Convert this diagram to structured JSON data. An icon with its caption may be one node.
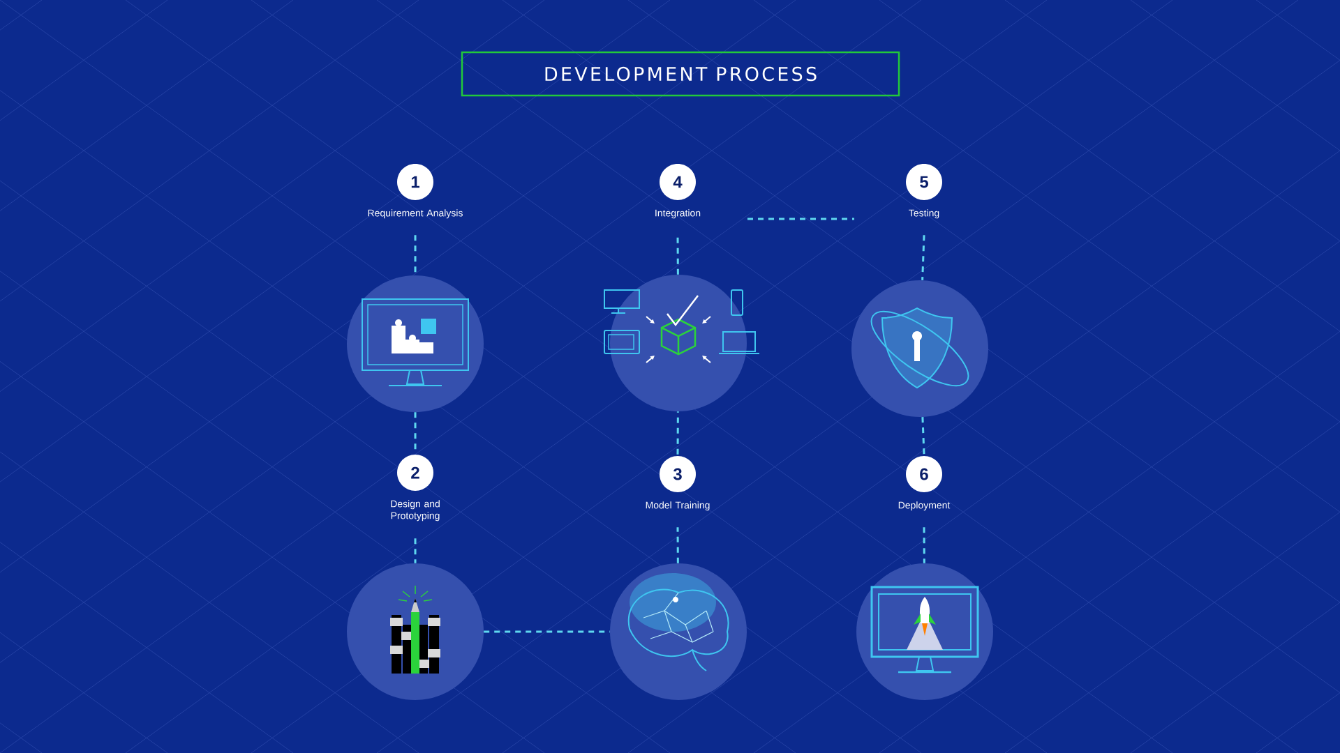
{
  "diagram": {
    "title": "DEVELOPMENT PROCESS",
    "nodes": [
      {
        "text": [
          "1"
        ],
        "beside": [
          "Requirement Analysis"
        ]
      },
      {
        "text": [
          "4"
        ],
        "beside": [
          "Integration"
        ]
      },
      {
        "text": [
          "5"
        ],
        "beside": [
          "Testing"
        ]
      },
      {
        "text": [],
        "shape": "picture"
      },
      {
        "text": [],
        "shape": "picture"
      },
      {
        "text": [],
        "shape": "picture"
      },
      {
        "text": [
          "2"
        ],
        "beside": [
          "Design and Prototyping"
        ]
      },
      {
        "text": [
          "3"
        ],
        "beside": [
          "Model Training"
        ]
      },
      {
        "text": [
          "6"
        ],
        "beside": [
          "Deployment"
        ]
      },
      {
        "text": [],
        "shape": "picture"
      },
      {
        "text": [],
        "shape": "picture"
      },
      {
        "text": [],
        "shape": "picture"
      }
    ],
    "edges": [
      {
        "from": 0,
        "to": 3,
        "arrow": "none"
      },
      {
        "from": 3,
        "to": 6,
        "arrow": "none"
      },
      {
        "from": 6,
        "to": 9,
        "arrow": "none"
      },
      {
        "from": 9,
        "to": 10,
        "arrow": "none"
      },
      {
        "from": 10,
        "to": 7,
        "arrow": "none"
      },
      {
        "from": 7,
        "to": 4,
        "arrow": "none"
      },
      {
        "from": 4,
        "to": 1,
        "arrow": "none"
      },
      {
        "from": 1,
        "to": 2,
        "arrow": "none"
      },
      {
        "from": 2,
        "to": 5,
        "arrow": "none"
      },
      {
        "from": 5,
        "to": 8,
        "arrow": "none"
      },
      {
        "from": 8,
        "to": 11,
        "arrow": "none"
      }
    ]
  }
}
